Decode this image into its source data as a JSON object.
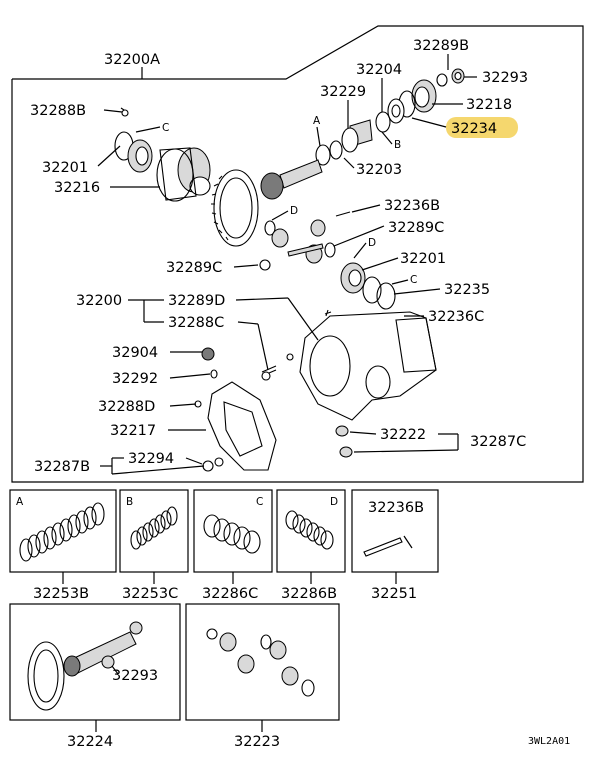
{
  "frame": {
    "assembly_label": "32200A"
  },
  "labels": {
    "p32289B": "32289B",
    "p32293": "32293",
    "p32204": "32204",
    "p32229": "32229",
    "p32218": "32218",
    "p32234": "32234",
    "p32288B": "32288B",
    "p32201a": "32201",
    "p32203": "32203",
    "p32216": "32216",
    "p32236B": "32236B",
    "p32289C_a": "32289C",
    "p32289C_b": "32289C",
    "p32201b": "32201",
    "p32235": "32235",
    "p32200": "32200",
    "p32289D": "32289D",
    "p32288C": "32288C",
    "p32236C": "32236C",
    "p32904": "32904",
    "p32292": "32292",
    "p32288D": "32288D",
    "p32217": "32217",
    "p32222": "32222",
    "p32287C": "32287C",
    "p32287B": "32287B",
    "p32294": "32294"
  },
  "callouts": {
    "A": "A",
    "B": "B",
    "C": "C",
    "D": "D"
  },
  "kits": [
    {
      "letter": "A",
      "part": "32253B"
    },
    {
      "letter": "B",
      "part": "32253C"
    },
    {
      "letter": "C",
      "part": "32286C"
    },
    {
      "letter": "D",
      "part": "32286B"
    },
    {
      "letter": "32236B",
      "part": "32251"
    }
  ],
  "bottom_kits": [
    {
      "part": "32224",
      "sub": "32293"
    },
    {
      "part": "32223"
    }
  ],
  "figure_code": "3WL2A01",
  "highlight": {
    "color": "#f5d76e",
    "part": "32234"
  }
}
